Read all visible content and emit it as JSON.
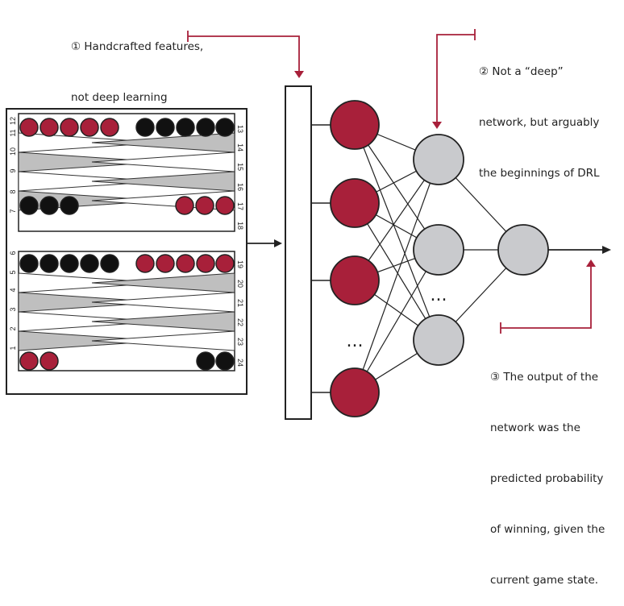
{
  "callouts": {
    "handcrafted": {
      "line1": "① Handcrafted features,",
      "line2": "not deep learning"
    },
    "not_deep": {
      "line1": "② Not a “deep”",
      "line2": "network, but arguably",
      "line3": "the beginnings of DRL"
    },
    "output": {
      "line1": "③ The output of the",
      "line2": "network was the",
      "line3": "predicted probability",
      "line4": "of winning, given the",
      "line5": "current game state."
    }
  },
  "board": {
    "left_top_points": [
      "12",
      "11",
      "10",
      "9",
      "8",
      "7"
    ],
    "left_bottom_points": [
      "6",
      "5",
      "4",
      "3",
      "2",
      "1"
    ],
    "right_top_points": [
      "13",
      "14",
      "15",
      "16",
      "17",
      "18"
    ],
    "right_bottom_points": [
      "19",
      "20",
      "21",
      "22",
      "23",
      "24"
    ]
  },
  "network": {
    "ellipsis_input": "...",
    "ellipsis_hidden": "..."
  },
  "colors": {
    "accent": "#a8203a",
    "hidden_node": "#c9cacd",
    "black_checker": "#111111",
    "triangle_fill": "#bfbfbf",
    "ink": "#222222"
  }
}
